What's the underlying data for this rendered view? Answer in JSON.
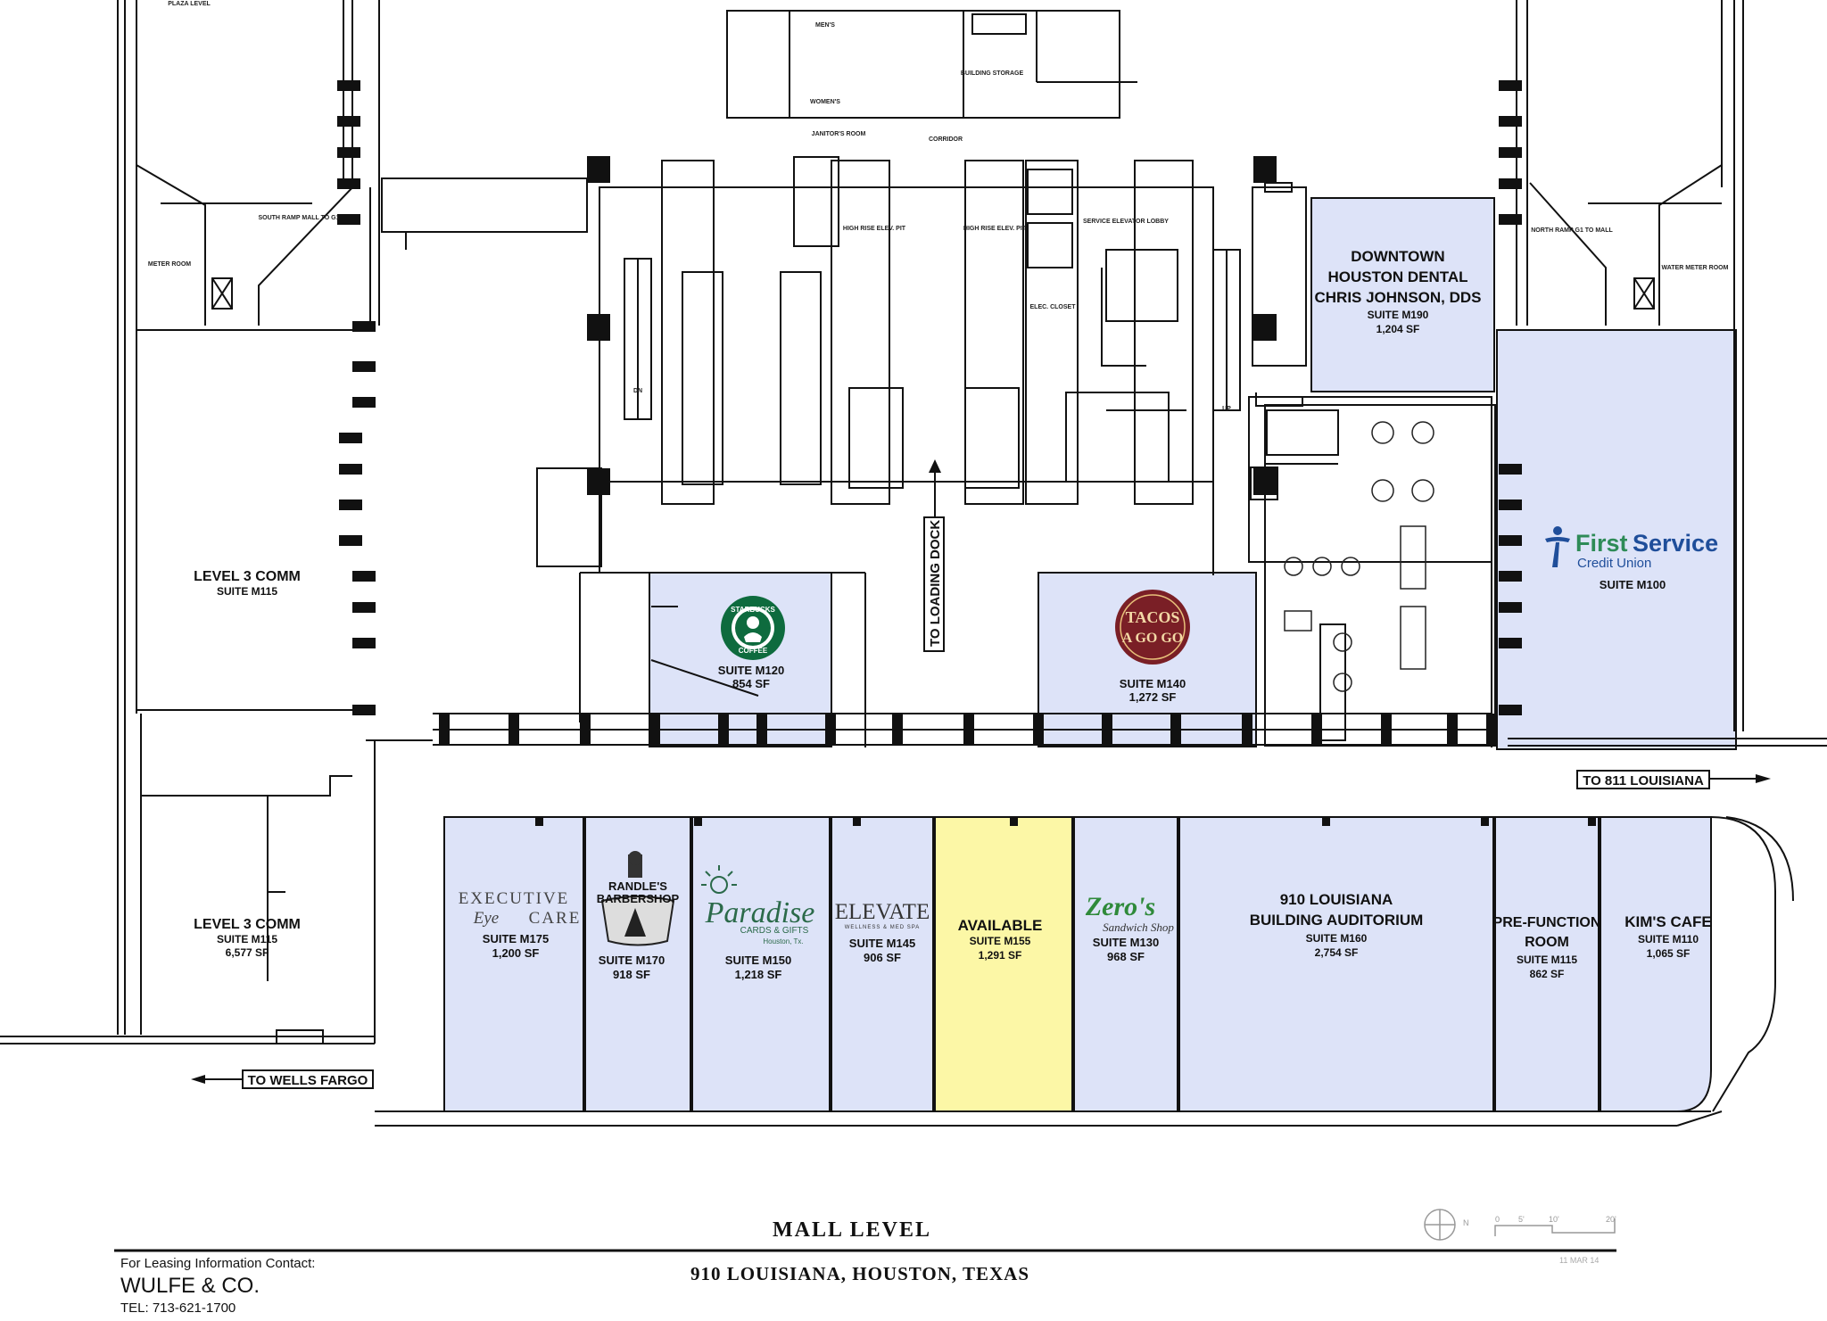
{
  "title": "MALL LEVEL",
  "address": "910 LOUISIANA, HOUSTON, TEXAS",
  "date_stamp": "11 MAR 14",
  "leasing": {
    "contact_label": "For Leasing Information Contact:",
    "company": "WULFE & CO.",
    "phone": "TEL: 713-621-1700"
  },
  "scale_labels": [
    "0",
    "5'",
    "10'",
    "20'"
  ],
  "north_label": "N",
  "colors": {
    "leased": "#dde3f8",
    "available": "#fcf7a6",
    "wall": "#111111",
    "starbucks": "#0e6b3e",
    "tacos": "#7a1f26",
    "firstservice_blue": "#1f4e9a",
    "firstservice_green": "#2e8b57",
    "zeros": "#2f8a3a",
    "paradise": "#2b6a4a"
  },
  "directions": {
    "wells_fargo": "TO WELLS FARGO",
    "louisiana_811": "TO 811 LOUISIANA",
    "loading_dock": "TO LOADING DOCK"
  },
  "rooms": {
    "plaza_level": "PLAZA LEVEL",
    "mens": "MEN'S",
    "womens": "WOMEN'S",
    "janitor": "JANITOR'S ROOM",
    "corridor": "CORRIDOR",
    "building_storage": "BUILDING STORAGE",
    "high_rise_1": "HIGH RISE ELEV. PIT",
    "high_rise_2": "HIGH RISE ELEV. PIT",
    "service_lobby": "SERVICE ELEVATOR LOBBY",
    "elec_closet": "ELEC. CLOSET",
    "meter_room": "METER ROOM",
    "water_meter": "WATER METER ROOM",
    "south_ramp": "SOUTH RAMP MALL TO G1",
    "north_ramp": "NORTH RAMP G1 TO MALL",
    "dn": "DN",
    "up": "UP"
  },
  "suites": {
    "level3_upper": {
      "name": "LEVEL 3 COMM",
      "suite": "SUITE M115"
    },
    "level3_lower": {
      "name": "LEVEL 3 COMM",
      "suite": "SUITE M115",
      "sf": "6,577 SF"
    },
    "dental": {
      "name_lines": [
        "DOWNTOWN",
        "HOUSTON DENTAL",
        "CHRIS JOHNSON, DDS"
      ],
      "suite": "SUITE M190",
      "sf": "1,204 SF"
    },
    "firstservice": {
      "brand_first": "First",
      "brand_service": "Service",
      "brand_sub": "Credit Union",
      "suite": "SUITE M100"
    },
    "starbucks": {
      "logo_top": "STARBUCKS",
      "logo_bottom": "COFFEE",
      "suite": "SUITE M120",
      "sf": "854 SF"
    },
    "tacos": {
      "logo_top": "TACOS",
      "logo_bottom": "A GO GO",
      "suite": "SUITE M140",
      "sf": "1,272 SF"
    },
    "executive": {
      "logo_top": "EXECUTIVE",
      "logo_mid": "Eye",
      "logo_end": "CARE",
      "suite": "SUITE M175",
      "sf": "1,200 SF"
    },
    "randles": {
      "logo_top": "RANDLE'S",
      "logo_bottom": "BARBERSHOP",
      "suite": "SUITE M170",
      "sf": "918 SF"
    },
    "paradise": {
      "logo_main": "Paradise",
      "logo_sub": "CARDS & GIFTS",
      "logo_city": "Houston, Tx.",
      "suite": "SUITE M150",
      "sf": "1,218 SF"
    },
    "elevate": {
      "logo_main": "ELEVATE",
      "logo_sub": "WELLNESS & MED SPA",
      "suite": "SUITE M145",
      "sf": "906 SF"
    },
    "available": {
      "name": "AVAILABLE",
      "suite": "SUITE M155",
      "sf": "1,291 SF"
    },
    "zeros": {
      "logo_main": "Zero's",
      "logo_sub": "Sandwich Shop",
      "suite": "SUITE M130",
      "sf": "968 SF"
    },
    "auditorium": {
      "name_lines": [
        "910 LOUISIANA",
        "BUILDING AUDITORIUM"
      ],
      "suite": "SUITE M160",
      "sf": "2,754 SF"
    },
    "prefunction": {
      "name_lines": [
        "PRE-FUNCTION",
        "ROOM"
      ],
      "suite": "SUITE M115",
      "sf": "862 SF"
    },
    "kims": {
      "name": "KIM'S CAFE",
      "suite": "SUITE M110",
      "sf": "1,065 SF"
    }
  }
}
